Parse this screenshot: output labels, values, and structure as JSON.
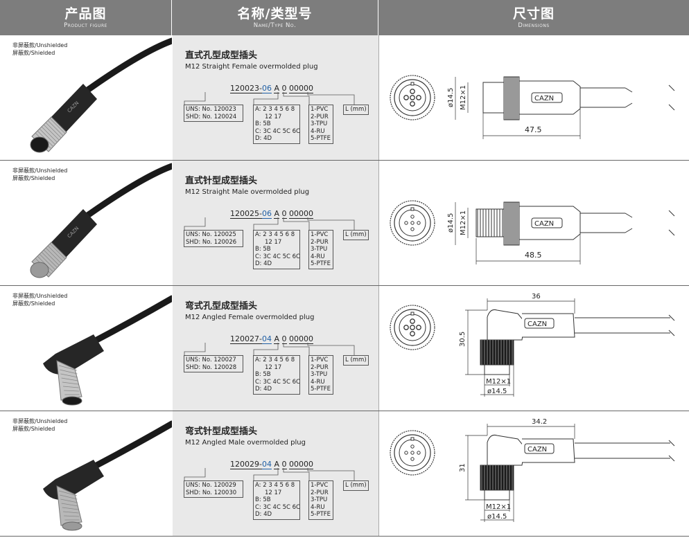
{
  "header": {
    "col1_zh": "产品图",
    "col1_en": "Product figure",
    "col2_zh": "名称/类型号",
    "col2_en": "Name/Type No.",
    "col3_zh": "尺寸图",
    "col3_en": "Dimensions"
  },
  "colors": {
    "header_bg": "#7d7d7d",
    "name_bg": "#e9e9e9",
    "code_accent": "#1f5fa5"
  },
  "shield_labels": {
    "unshielded": "非屏蔽款/Unshielded",
    "shielded": "屏蔽款/Shielded"
  },
  "options": {
    "a": [
      "A: 2 3 4 5 6 8",
      "12 17",
      "B: 5B",
      "C: 3C 4C 5C 6C",
      "D: 4D"
    ],
    "cable": [
      "1-PVC",
      "2-PUR",
      "3-TPU",
      "4-RU",
      "5-PTFE"
    ],
    "length": "L (mm)"
  },
  "logo_text": "CAZN",
  "products": [
    {
      "name_zh": "直式孔型成型插头",
      "name_en": "M12 Straight Female overmolded plug",
      "code_prefix": "120023-",
      "code_pins": "06",
      "code_a": "A",
      "code_zero": "0",
      "code_len": "00000",
      "uns": "UNS:  No. 120023",
      "shd": "SHD:  No. 120024",
      "dim_length": "47.5",
      "dim_dia": "ø14.5",
      "dim_thread": "M12×1"
    },
    {
      "name_zh": "直式针型成型插头",
      "name_en": "M12 Straight Male overmolded plug",
      "code_prefix": "120025-",
      "code_pins": "06",
      "code_a": "A",
      "code_zero": "0",
      "code_len": "00000",
      "uns": "UNS:  No. 120025",
      "shd": "SHD:  No. 120026",
      "dim_length": "48.5",
      "dim_dia": "ø14.5",
      "dim_thread": "M12×1"
    },
    {
      "name_zh": "弯式孔型成型插头",
      "name_en": "M12 Angled Female overmolded plug",
      "code_prefix": "120027-",
      "code_pins": "04",
      "code_a": "A",
      "code_zero": "0",
      "code_len": "00000",
      "uns": "UNS:  No. 120027",
      "shd": "SHD:  No. 120028",
      "dim_width": "36",
      "dim_height": "30.5",
      "dim_thread": "M12×1",
      "dim_dia": "ø14.5"
    },
    {
      "name_zh": "弯式针型成型插头",
      "name_en": "M12 Angled Male overmolded plug",
      "code_prefix": "120029-",
      "code_pins": "04",
      "code_a": "A",
      "code_zero": "0",
      "code_len": "00000",
      "uns": "UNS:  No. 120029",
      "shd": "SHD:  No. 120030",
      "dim_width": "34.2",
      "dim_height": "31",
      "dim_thread": "M12×1",
      "dim_dia": "ø14.5"
    }
  ]
}
